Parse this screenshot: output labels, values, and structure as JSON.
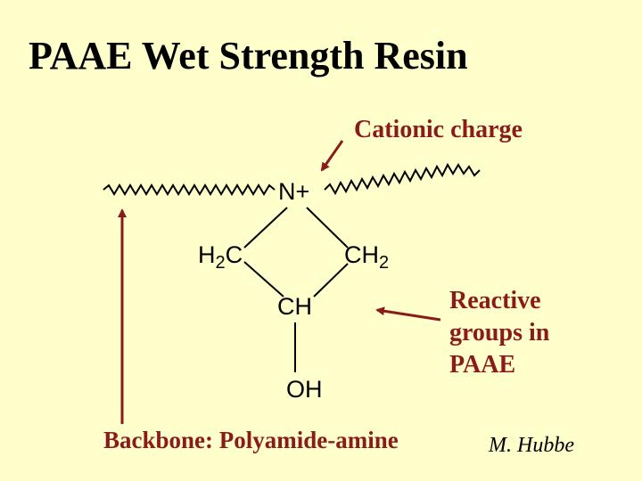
{
  "slide": {
    "title": "PAAE Wet Strength Resin",
    "author": "M. Hubbe"
  },
  "annotations": {
    "cationic": "Cationic charge",
    "reactive": [
      "Reactive",
      "groups in",
      "PAAE"
    ],
    "backbone": "Backbone:  Polyamide-amine"
  },
  "structure": {
    "nitrogen": "N+",
    "h2c_left": "H",
    "h2c_sub": "2",
    "h2c_right": "C",
    "ch2_left": "CH",
    "ch2_sub": "2",
    "ch": "CH",
    "oh": "OH"
  },
  "colors": {
    "background": "#FFFFCC",
    "accent": "#8B1A1A",
    "text": "#000000"
  }
}
